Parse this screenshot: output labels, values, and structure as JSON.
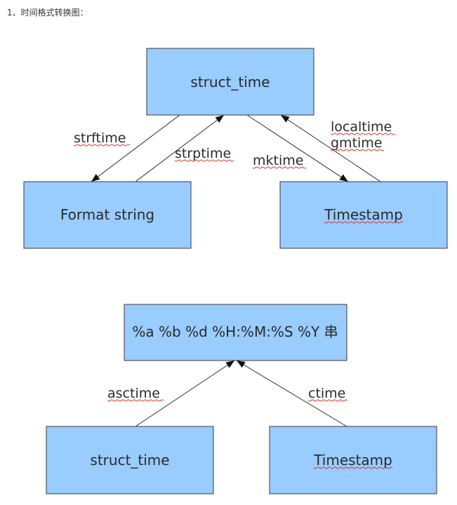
{
  "heading": "1、时间格式转换图：",
  "top_diagram": {
    "struct_time": "struct_time",
    "format_string": "Format string",
    "timestamp": "Timestamp",
    "strftime": "strftime",
    "strptime": "strptime",
    "mktime": "mktime",
    "localtime": "localtime",
    "gmtime": "gmtime"
  },
  "bottom_diagram": {
    "format_str": "%a %b %d %H:%M:%S %Y 串",
    "struct_time": "struct_time",
    "timestamp": "Timestamp",
    "asctime": "asctime",
    "ctime": "ctime"
  },
  "colors": {
    "node_fill": "#99ccff",
    "node_stroke": "#3a3a3a",
    "spellcheck_underline": "#e03030"
  }
}
